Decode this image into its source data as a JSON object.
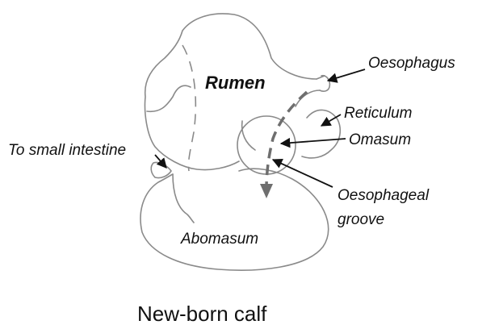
{
  "labels": {
    "rumen": "Rumen",
    "oesophagus": "Oesophagus",
    "reticulum": "Reticulum",
    "omasum": "Omasum",
    "to_small_intestine": "To small intestine",
    "oesophageal_groove_line1": "Oesophageal",
    "oesophageal_groove_line2": "groove",
    "abomasum": "Abomasum"
  },
  "caption": "New-born calf",
  "colors": {
    "outline": "#8a8a8a",
    "groove": "#6e6e6e",
    "text": "#111111",
    "background": "#ffffff"
  }
}
